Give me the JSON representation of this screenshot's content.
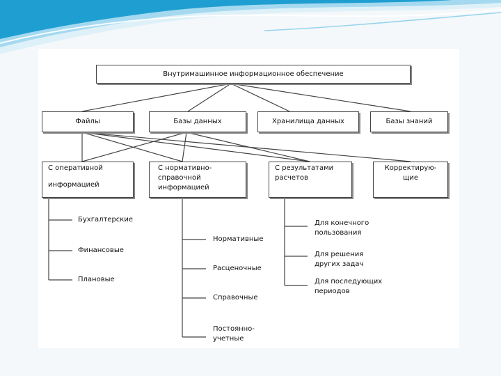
{
  "colors": {
    "wave_dark": "#1f9fd1",
    "wave_light": "#bfe5f5",
    "line": "#444444"
  },
  "root": {
    "label": "Внутримашинное информационное обеспечение"
  },
  "level1": [
    {
      "label": "Файлы"
    },
    {
      "label": "Базы данных"
    },
    {
      "label": "Хранилища данных"
    },
    {
      "label": "Базы знаний"
    }
  ],
  "level2": [
    {
      "line1": "С оперативной",
      "line2": "информацией"
    },
    {
      "line1": "С нормативно-",
      "line2": "справочной",
      "line3": "информацией"
    },
    {
      "line1": "С результатами",
      "line2": "расчетов"
    },
    {
      "line1": "Корректирую-",
      "line2": "щие"
    }
  ],
  "operational_items": [
    "Бухгалтерские",
    "Финансовые",
    "Плановые"
  ],
  "normative_items": [
    "Нормативные",
    "Расценочные",
    "Справочные",
    "Постоянно-",
    "учетные"
  ],
  "results_items": [
    {
      "line1": "Для конечного",
      "line2": "пользования"
    },
    {
      "line1": "Для решения",
      "line2": "других задач"
    },
    {
      "line1": "Для последующих",
      "line2": "периодов"
    }
  ]
}
